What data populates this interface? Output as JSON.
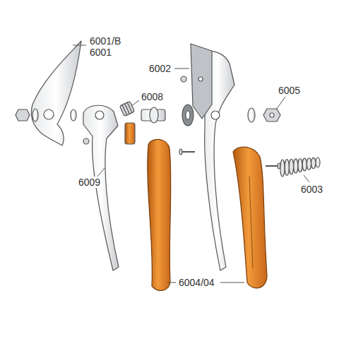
{
  "diagram": {
    "labels": [
      "6001/B",
      "6001",
      "6002",
      "6008",
      "6005",
      "6009",
      "6003",
      "6004/04"
    ]
  }
}
